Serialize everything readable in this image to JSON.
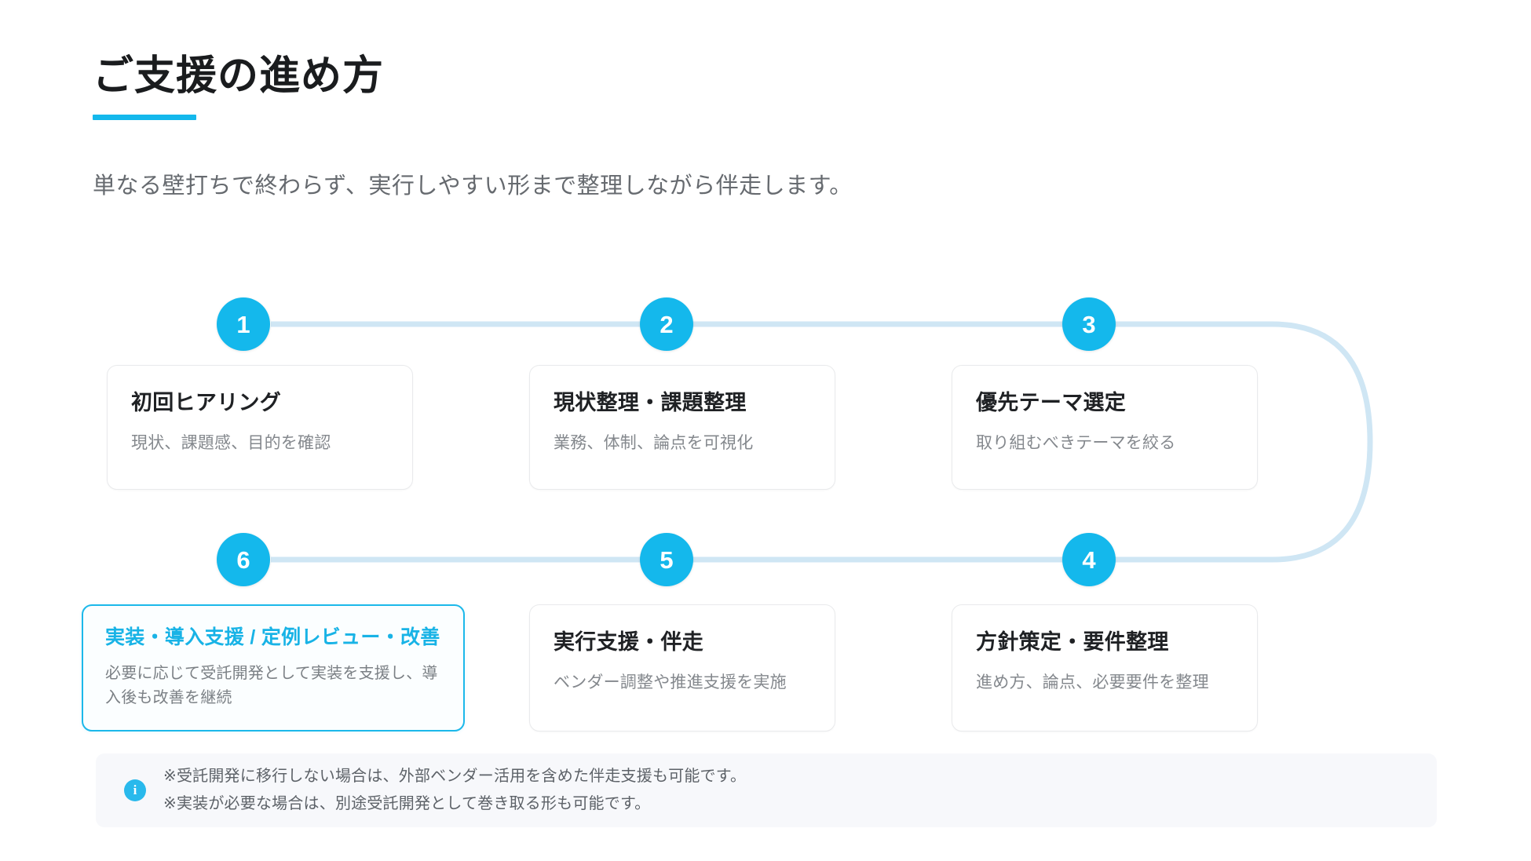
{
  "header": {
    "title": "ご支援の進め方",
    "subtitle": "単なる壁打ちで終わらず、実行しやすい形まで整理しながら伴走します。",
    "accent_color": "#14b8ec"
  },
  "theme": {
    "accent": "#14b8ec",
    "connector": "#cfe6f4",
    "card_border": "#e9eaec",
    "note_bg": "#f7f8fb"
  },
  "steps": [
    {
      "number": "1",
      "title": "初回ヒアリング",
      "desc": "現状、課題感、目的を確認",
      "highlight": false
    },
    {
      "number": "2",
      "title": "現状整理・課題整理",
      "desc": "業務、体制、論点を可視化",
      "highlight": false
    },
    {
      "number": "3",
      "title": "優先テーマ選定",
      "desc": "取り組むべきテーマを絞る",
      "highlight": false
    },
    {
      "number": "6",
      "title": "実装・導入支援 / 定例レビュー・改善",
      "desc": "必要に応じて受託開発として実装を支援し、導入後も改善を継続",
      "highlight": true
    },
    {
      "number": "5",
      "title": "実行支援・伴走",
      "desc": "ベンダー調整や推進支援を実施",
      "highlight": false
    },
    {
      "number": "4",
      "title": "方針策定・要件整理",
      "desc": "進め方、論点、必要要件を整理",
      "highlight": false
    }
  ],
  "note": {
    "icon": "info-icon",
    "lines": [
      "※受託開発に移行しない場合は、外部ベンダー活用を含めた伴走支援も可能です。",
      "※実装が必要な場合は、別途受託開発として巻き取る形も可能です。"
    ]
  }
}
